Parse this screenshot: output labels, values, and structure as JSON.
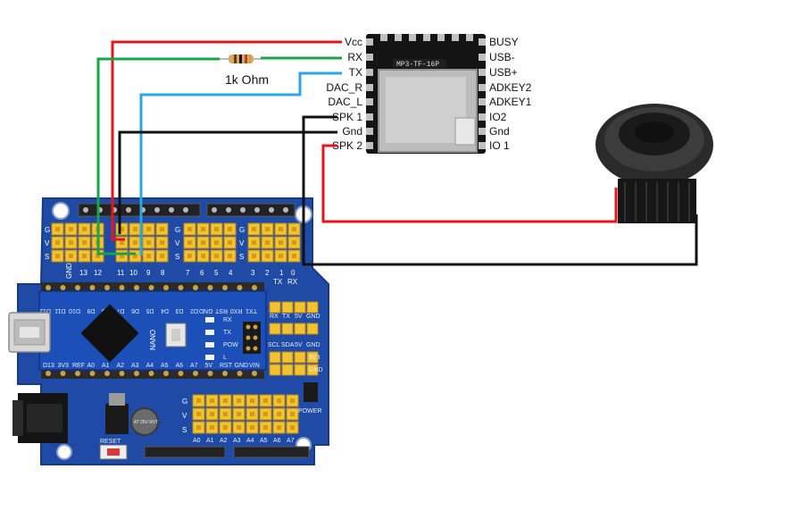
{
  "colors": {
    "vcc_wire": "#e3161b",
    "rx_wire": "#1aa34a",
    "tx_wire": "#29a8e0",
    "gnd_wire": "#111111",
    "spk_wire_red": "#e3161b",
    "spk_wire_black": "#111111",
    "board_blue": "#1f4aa6",
    "header_yellow": "#f2c230",
    "module_black": "#141414"
  },
  "resistor": {
    "label": "1k Ohm"
  },
  "mp3_module": {
    "chip_label": "MP3-TF-16P",
    "left_pins": [
      "Vcc",
      "RX",
      "TX",
      "DAC_R",
      "DAC_L",
      "SPK 1",
      "Gnd",
      "SPK 2"
    ],
    "right_pins": [
      "BUSY",
      "USB-",
      "USB+",
      "ADKEY2",
      "ADKEY1",
      "IO2",
      "Gnd",
      "IO 1"
    ]
  },
  "shield": {
    "top_pin_labels": [
      "GND",
      "13",
      "12",
      "11",
      "10",
      "9",
      "8",
      "7",
      "6",
      "5",
      "4",
      "3",
      "2",
      "1",
      "0"
    ],
    "tx_rx": [
      "TX",
      "RX"
    ],
    "gvs": [
      "G",
      "V",
      "S"
    ],
    "power_label": "POWER",
    "reset_label": "RESET",
    "cap_label": "47 25V RVT",
    "analog_labels": [
      "A0",
      "A1",
      "A2",
      "A3",
      "A4",
      "A5",
      "A6",
      "A7"
    ],
    "uart_header": [
      "RX",
      "TX",
      "5V",
      "GND"
    ],
    "i2c_header": [
      "SCL",
      "SDA",
      "5V",
      "GND"
    ],
    "three_v_label": "3V3",
    "gnd_label": "GND"
  },
  "nano": {
    "label": "NANO",
    "top_pins": [
      "D12",
      "D11",
      "D10",
      "D9",
      "D8",
      "D7",
      "D6",
      "D5",
      "D4",
      "D3",
      "D2",
      "GND",
      "RST",
      "RX0",
      "TX1"
    ],
    "bottom_pins": [
      "D13",
      "3V3",
      "REF",
      "A0",
      "A1",
      "A2",
      "A3",
      "A4",
      "A5",
      "A6",
      "A7",
      "5V",
      "RST",
      "GND",
      "VIN"
    ],
    "leds": [
      "RX",
      "TX",
      "POW",
      "L"
    ]
  }
}
